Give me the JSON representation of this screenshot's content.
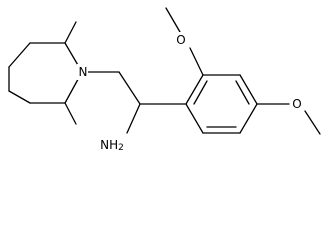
{
  "structure": {
    "labels": {
      "piperidine_nitrogen": "N",
      "amine": "NH",
      "amine_subscript": "2",
      "methoxy_oxygen_top": "O",
      "methoxy_oxygen_para": "O"
    }
  }
}
